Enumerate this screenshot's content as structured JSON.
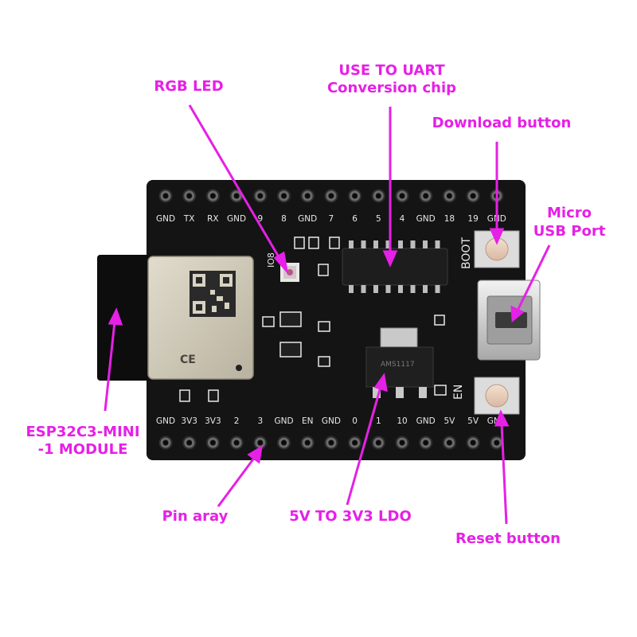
{
  "callouts": {
    "rgb_led": "RGB LED",
    "uart_chip_line1": "USE TO UART",
    "uart_chip_line2": "Conversion chip",
    "download_button": "Download button",
    "micro_usb_line1": "Micro",
    "micro_usb_line2": "USB Port",
    "module_line1": "ESP32C3-MINI",
    "module_line2": "-1 MODULE",
    "pin_array": "Pin aray",
    "ldo": "5V TO 3V3 LDO",
    "reset_button": "Reset button"
  },
  "board": {
    "top_pins": [
      "GND",
      "TX",
      "RX",
      "GND",
      "9",
      "8",
      "GND",
      "7",
      "6",
      "5",
      "4",
      "GND",
      "18",
      "19",
      "GND"
    ],
    "bottom_pins": [
      "GND",
      "3V3",
      "3V3",
      "2",
      "3",
      "GND",
      "EN",
      "GND",
      "0",
      "1",
      "10",
      "GND",
      "5V",
      "5V",
      "GND"
    ],
    "boot_label": "BOOT",
    "en_label": "EN",
    "io8_label": "IO8",
    "ldo_marking": "AMS1117",
    "module_mark": "CE"
  },
  "colors": {
    "callout": "#e620e6",
    "pcb": "#141414",
    "silkscreen": "#e8e8e8",
    "module_shield": "#cfc8b6"
  }
}
